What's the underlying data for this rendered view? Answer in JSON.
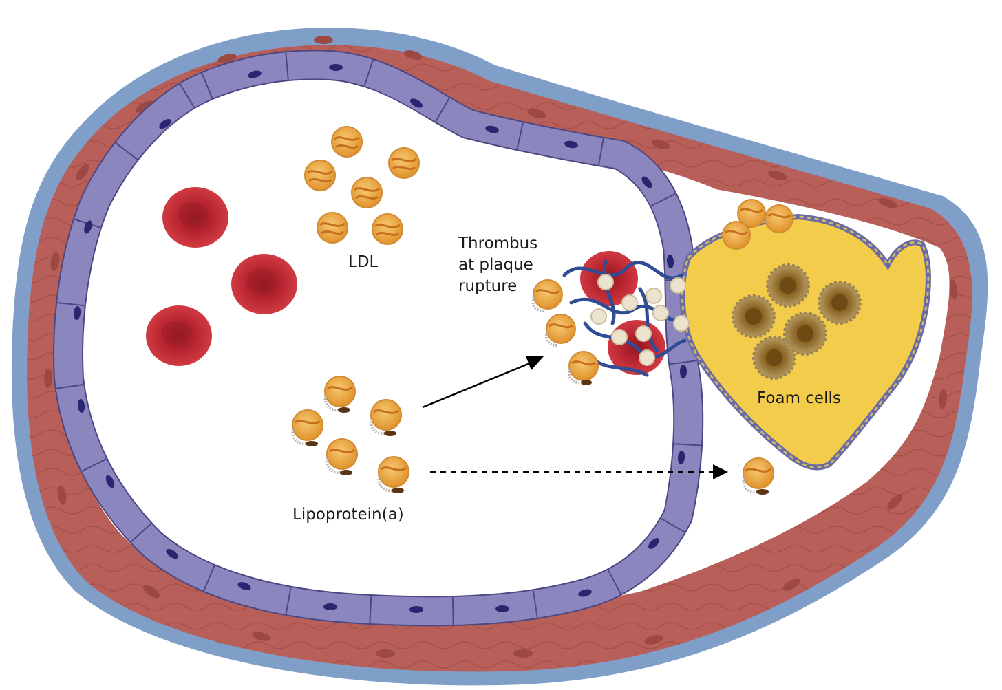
{
  "labels": {
    "ldl": "LDL",
    "lipoprotein_a": "Lipoprotein(a)",
    "thrombus": [
      "Thrombus",
      "at plaque",
      "rupture"
    ],
    "foam_cells": "Foam cells"
  },
  "colors": {
    "adventitia": "#7f9fc9",
    "media": "#b85f59",
    "media_nucleus": "#9c4843",
    "endothelium": "#8c86bf",
    "endothelium_outline": "#4c4682",
    "endothelium_nucleus": "#2a2570",
    "lumen": "#ffffff",
    "red_blood_cell": "#c82a35",
    "lipoprotein": "#eda63f",
    "lipoprotein_stripe": "#c56f1f",
    "plaque_core": "#f2cc4a",
    "foam_cell": "#a68550",
    "fibrin": "#2f4c94",
    "platelet": "#ece3cf",
    "arrow": "#000000"
  },
  "elements": {
    "red_blood_cells": 5,
    "ldl_particles": 6,
    "lipoprotein_a_particles": 6,
    "foam_cells": 5
  }
}
